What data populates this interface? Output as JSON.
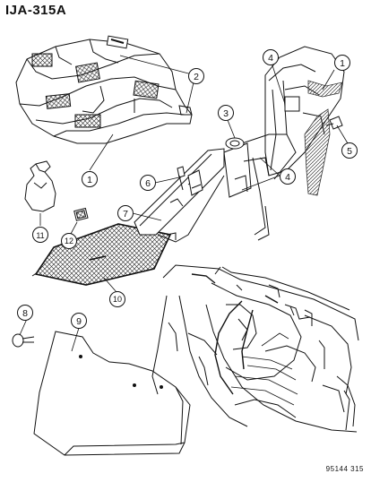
{
  "header": {
    "title": "IJA-315A"
  },
  "footer": {
    "code": "95144  315"
  },
  "callouts": [
    {
      "id": "c1a",
      "label": "1"
    },
    {
      "id": "c2",
      "label": "2"
    },
    {
      "id": "c1b",
      "label": "1"
    },
    {
      "id": "c3",
      "label": "3"
    },
    {
      "id": "c4a",
      "label": "4"
    },
    {
      "id": "c1c",
      "label": "1"
    },
    {
      "id": "c5",
      "label": "5"
    },
    {
      "id": "c4b",
      "label": "4"
    },
    {
      "id": "c6",
      "label": "6"
    },
    {
      "id": "c7",
      "label": "7"
    },
    {
      "id": "c11",
      "label": "11"
    },
    {
      "id": "c12",
      "label": "12"
    },
    {
      "id": "c10",
      "label": "10"
    },
    {
      "id": "c8",
      "label": "8"
    },
    {
      "id": "c9",
      "label": "9"
    }
  ]
}
